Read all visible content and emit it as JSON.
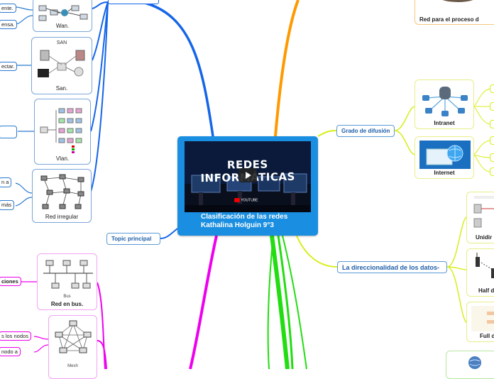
{
  "central": {
    "video_title": "REDES INFORMÁTICAS",
    "video_badge": "YOUTUBE",
    "title_line1": "Clasificación de las redes",
    "title_line2": "Kathalina Holguin 9°3"
  },
  "topics": {
    "grado_difusion": "Grado de difusión",
    "direccionalidad": "La direccionalidad de los datos-",
    "topic_principal": "Topic principal"
  },
  "images": {
    "wan": "Wan.",
    "san": "San.",
    "san_title": "SAN",
    "vlan": "Vlan.",
    "red_irregular": "Red irregular",
    "red_bus": "Red en bus.",
    "bus_label": "Bus",
    "mesh_label": "Mesh",
    "intranet": "Intranet",
    "internet": "Internet",
    "red_proceso": "Red para el proceso d",
    "unidireccional": "Unidir",
    "half_duplex": "Half d",
    "full_duplex": "Full d"
  },
  "leaves": {
    "l1": "ente.",
    "l2": "ensa.",
    "l3": "ectar.",
    "l4": "n a",
    "l5": "más",
    "l6": "ciones",
    "l7": "s los nodos",
    "l8": "nodo a"
  },
  "colors": {
    "central": "#1a8ee0",
    "blue_branch": "#1565e8",
    "orange_branch": "#ff9900",
    "yellow_branch": "#d8ee1a",
    "magenta_branch": "#ee00ee",
    "green_branch": "#22dd11"
  }
}
